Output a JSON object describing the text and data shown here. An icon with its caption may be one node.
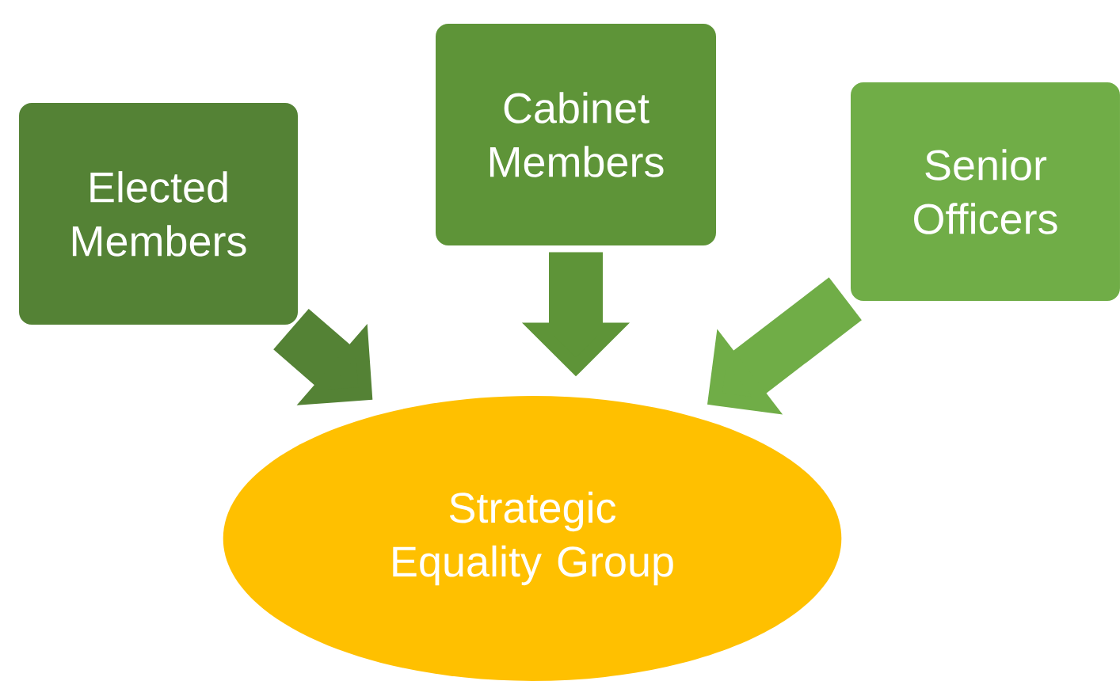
{
  "diagram": {
    "nodes": [
      {
        "text": [
          "Elected Members"
        ]
      },
      {
        "text": [
          "Cabinet Members"
        ]
      },
      {
        "text": [
          "Senior Officers"
        ]
      },
      {
        "text": [
          "Strategic Equality Group"
        ]
      }
    ],
    "edges": [
      {
        "from": 0,
        "to": 3,
        "arrow": "to",
        "color": "#548235"
      },
      {
        "from": 1,
        "to": 3,
        "arrow": "to",
        "color": "#5e9438"
      },
      {
        "from": 2,
        "to": 3,
        "arrow": "to",
        "color": "#70ad47"
      }
    ]
  }
}
